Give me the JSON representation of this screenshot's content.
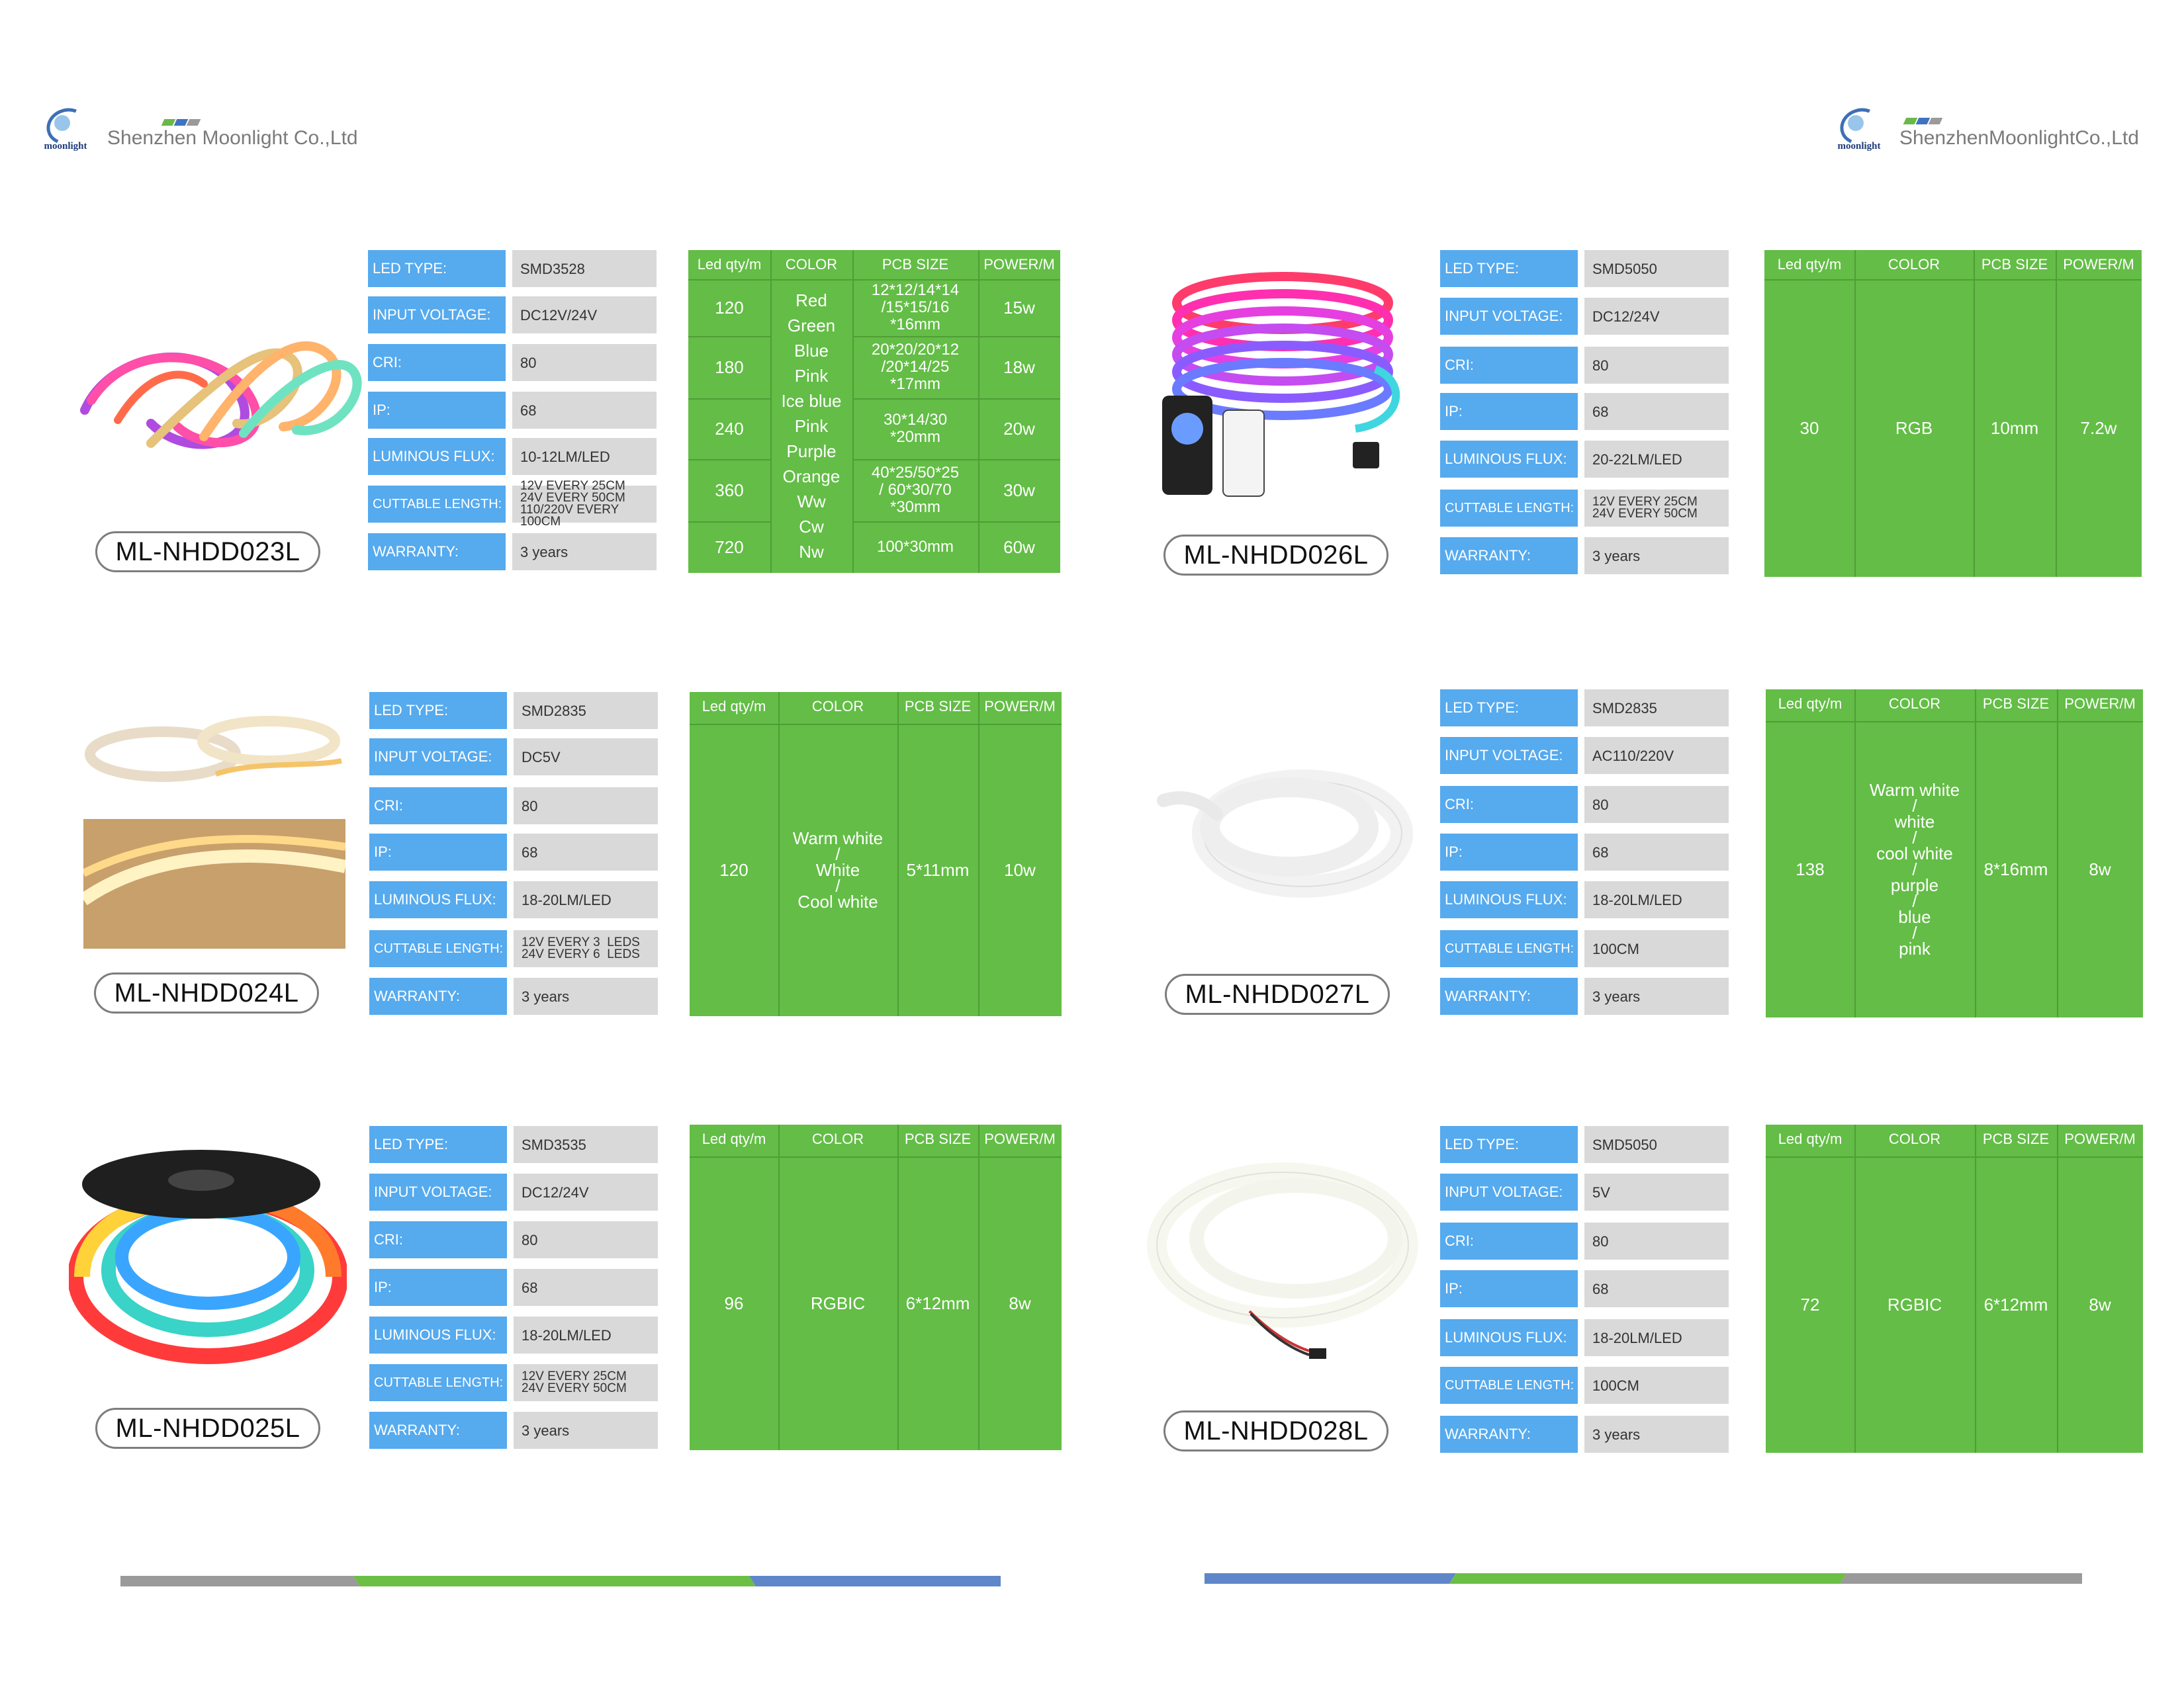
{
  "header": {
    "left": {
      "logo_text": "moonlight",
      "company": "Shenzhen Moonlight Co.,Ltd"
    },
    "right": {
      "logo_text": "moonlight",
      "company": "ShenzhenMoonlightCo.,Ltd"
    },
    "stripe_colors": [
      "#6bb84a",
      "#3f73c2",
      "#9a9a9a"
    ]
  },
  "spec_labels": {
    "led_type": "LED TYPE:",
    "input_voltage": "INPUT VOLTAGE:",
    "cri": "CRI:",
    "ip": "IP:",
    "luminous_flux": "LUMINOUS FLUX:",
    "cuttable_length": "CUTTABLE LENGTH:",
    "warranty": "WARRANTY:"
  },
  "grid_headers": {
    "led_qty": "Led qty/m",
    "color": "COLOR",
    "pcb_size": "PCB SIZE",
    "power": "POWER/M"
  },
  "products": [
    {
      "model": "ML-NHDD023L",
      "image_icon": "rainbow-neon-strip-icon",
      "specs": {
        "led_type": "SMD3528",
        "input_voltage": "DC12V/24V",
        "cri": "80",
        "ip": "68",
        "luminous_flux": "10-12LM/LED",
        "cuttable_length": [
          "12V EVERY 25CM",
          "24V EVERY 50CM",
          "110/220V EVERY 100CM"
        ],
        "warranty": "3 years"
      },
      "rows": [
        {
          "led_qty": "120",
          "pcb_size": [
            "12*12/14*14",
            "/15*15/16",
            "*16mm"
          ],
          "power": "15w"
        },
        {
          "led_qty": "180",
          "pcb_size": [
            "20*20/20*12",
            "/20*14/25",
            "*17mm"
          ],
          "power": "18w"
        },
        {
          "led_qty": "240",
          "pcb_size": [
            "30*14/30",
            "*20mm"
          ],
          "power": "20w"
        },
        {
          "led_qty": "360",
          "pcb_size": [
            "40*25/50*25",
            "/ 60*30/70",
            "*30mm"
          ],
          "power": "30w"
        },
        {
          "led_qty": "720",
          "pcb_size": [
            "100*30mm"
          ],
          "power": "60w"
        }
      ],
      "colors": [
        "Red",
        "Green",
        "Blue",
        "Pink",
        "Ice blue",
        "Pink",
        "Purple",
        "Orange",
        "Ww",
        "Cw",
        "Nw"
      ]
    },
    {
      "model": "ML-NHDD026L",
      "image_icon": "rgb-neon-coil-with-remote-icon",
      "specs": {
        "led_type": "SMD5050",
        "input_voltage": "DC12/24V",
        "cri": "80",
        "ip": "68",
        "luminous_flux": "20-22LM/LED",
        "cuttable_length": [
          "12V EVERY 25CM",
          "24V EVERY 50CM"
        ],
        "warranty": "3 years"
      },
      "led_qty": "30",
      "color": [
        "RGB"
      ],
      "pcb_size": "10mm",
      "power": "7.2w"
    },
    {
      "model": "ML-NHDD024L",
      "image_icon": "white-cob-strip-icon",
      "specs": {
        "led_type": "SMD2835",
        "input_voltage": "DC5V",
        "cri": "80",
        "ip": "68",
        "luminous_flux": "18-20LM/LED",
        "cuttable_length": [
          "12V EVERY 3  LEDS",
          "24V EVERY 6  LEDS"
        ],
        "warranty": "3 years"
      },
      "led_qty": "120",
      "color": [
        "Warm white",
        "/",
        "White",
        "/",
        "Cool white"
      ],
      "pcb_size": "5*11mm",
      "power": "10w"
    },
    {
      "model": "ML-NHDD027L",
      "image_icon": "white-neon-coil-icon",
      "specs": {
        "led_type": "SMD2835",
        "input_voltage": "AC110/220V",
        "cri": "80",
        "ip": "68",
        "luminous_flux": "18-20LM/LED",
        "cuttable_length": [
          "100CM"
        ],
        "warranty": "3 years"
      },
      "led_qty": "138",
      "color": [
        "Warm white",
        "/",
        "white",
        "/",
        "cool white",
        "/",
        "purple",
        "/",
        "blue",
        "/",
        "pink"
      ],
      "pcb_size": "8*16mm",
      "power": "8w"
    },
    {
      "model": "ML-NHDD025L",
      "image_icon": "rgbic-neon-reel-icon",
      "specs": {
        "led_type": "SMD3535",
        "input_voltage": "DC12/24V",
        "cri": "80",
        "ip": "68",
        "luminous_flux": "18-20LM/LED",
        "cuttable_length": [
          "12V EVERY 25CM",
          "24V EVERY 50CM"
        ],
        "warranty": "3 years"
      },
      "led_qty": "96",
      "color": [
        "RGBIC"
      ],
      "pcb_size": "6*12mm",
      "power": "8w"
    },
    {
      "model": "ML-NHDD028L",
      "image_icon": "white-neon-loop-with-wire-icon",
      "specs": {
        "led_type": "SMD5050",
        "input_voltage": "5V",
        "cri": "80",
        "ip": "68",
        "luminous_flux": "18-20LM/LED",
        "cuttable_length": [
          "100CM"
        ],
        "warranty": "3 years"
      },
      "led_qty": "72",
      "color": [
        "RGBIC"
      ],
      "pcb_size": "6*12mm",
      "power": "8w"
    }
  ],
  "colors": {
    "label_blue": "#56aaee",
    "value_grey": "#d9d9d9",
    "grid_green": "#63bd46",
    "footer_grey": "#9a9a9a",
    "footer_green": "#6bbf45",
    "footer_blue": "#5f86c8"
  }
}
